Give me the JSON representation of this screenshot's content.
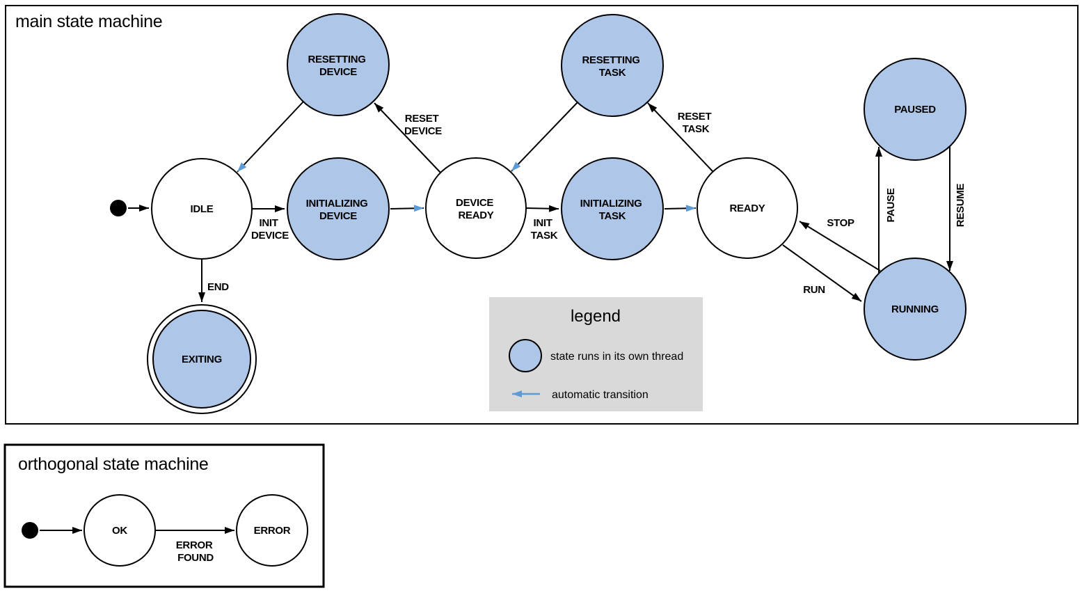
{
  "colors": {
    "threaded_state_fill": "#aec6e8",
    "automatic_transition": "#5e9ad6",
    "legend_background": "#d9d9d9",
    "outline": "#000000"
  },
  "main_machine": {
    "title": "main state machine",
    "states": {
      "idle": {
        "label": "IDLE",
        "threaded": false
      },
      "resetting_device": {
        "line1": "RESETTING",
        "line2": "DEVICE",
        "threaded": true
      },
      "initializing_device": {
        "line1": "INITIALIZING",
        "line2": "DEVICE",
        "threaded": true
      },
      "device_ready": {
        "line1": "DEVICE",
        "line2": "READY",
        "threaded": false
      },
      "resetting_task": {
        "line1": "RESETTING",
        "line2": "TASK",
        "threaded": true
      },
      "initializing_task": {
        "line1": "INITIALIZING",
        "line2": "TASK",
        "threaded": true
      },
      "ready": {
        "label": "READY",
        "threaded": false
      },
      "paused": {
        "label": "PAUSED",
        "threaded": true
      },
      "running": {
        "label": "RUNNING",
        "threaded": true
      },
      "exiting": {
        "label": "EXITING",
        "threaded": true,
        "final_state": true
      }
    },
    "transitions": {
      "init_device": {
        "line1": "INIT",
        "line2": "DEVICE"
      },
      "reset_device": {
        "line1": "RESET",
        "line2": "DEVICE"
      },
      "init_task": {
        "line1": "INIT",
        "line2": "TASK"
      },
      "reset_task": {
        "line1": "RESET",
        "line2": "TASK"
      },
      "run": {
        "label": "RUN"
      },
      "stop": {
        "label": "STOP"
      },
      "pause": {
        "label": "PAUSE"
      },
      "resume": {
        "label": "RESUME"
      },
      "end": {
        "label": "END"
      }
    },
    "legend": {
      "title": "legend",
      "threaded_item": "state runs in its own thread",
      "automatic_item": "automatic transition"
    }
  },
  "orthogonal_machine": {
    "title": "orthogonal state machine",
    "states": {
      "ok": {
        "label": "OK"
      },
      "error": {
        "label": "ERROR"
      }
    },
    "transitions": {
      "error_found": {
        "line1": "ERROR",
        "line2": "FOUND"
      }
    }
  }
}
